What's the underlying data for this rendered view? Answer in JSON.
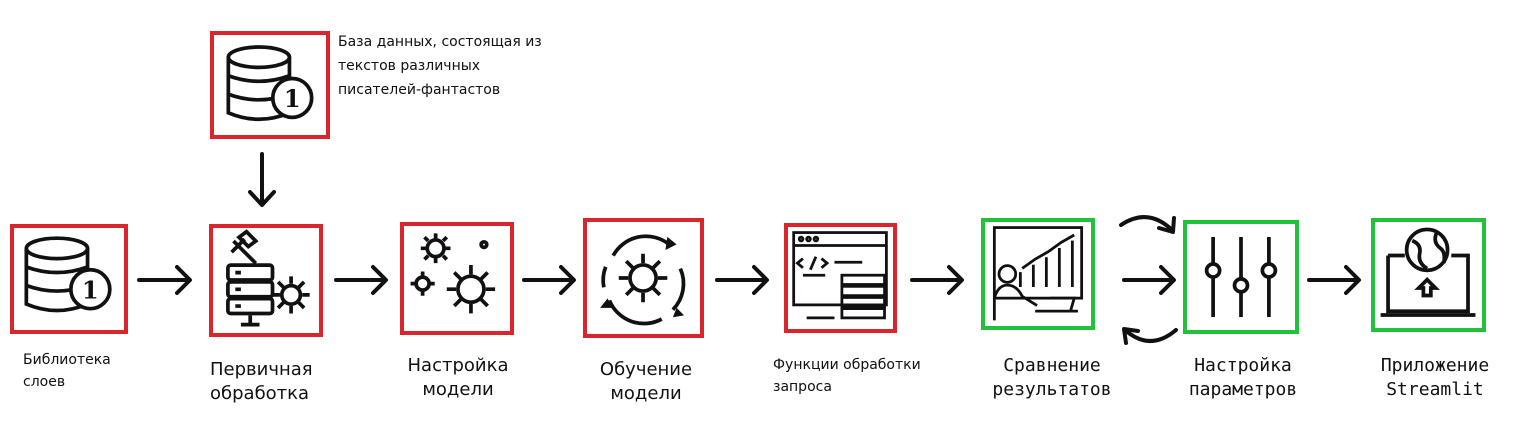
{
  "db_note": {
    "lines": [
      "База данных, состоящая из",
      "текстов различных",
      "писателей-фантастов"
    ]
  },
  "steps": [
    {
      "id": "lib",
      "lines": [
        "Библиотека",
        "слоев"
      ],
      "border": "red"
    },
    {
      "id": "pre",
      "lines": [
        "Первичная",
        "обработка"
      ],
      "border": "red"
    },
    {
      "id": "tune",
      "lines": [
        "Настройка",
        "модели"
      ],
      "border": "red"
    },
    {
      "id": "train",
      "lines": [
        "Обучение",
        "модели"
      ],
      "border": "red"
    },
    {
      "id": "func",
      "lines": [
        "Функции обработки",
        "запроса"
      ],
      "border": "red"
    },
    {
      "id": "compare",
      "lines": [
        "Сравнение",
        "результатов"
      ],
      "border": "green"
    },
    {
      "id": "params",
      "lines": [
        "Настройка",
        "параметров"
      ],
      "border": "green"
    },
    {
      "id": "app",
      "lines": [
        "Приложение",
        "Streamlit"
      ],
      "border": "green"
    }
  ],
  "colors": {
    "red": "#d9262c",
    "green": "#22c13c",
    "ink": "#111111"
  },
  "icons": [
    "database-icon",
    "server-tools-icon",
    "gears-icon",
    "cycle-gear-icon",
    "code-server-icon",
    "analyst-chart-icon",
    "sliders-icon",
    "laptop-globe-icon"
  ]
}
